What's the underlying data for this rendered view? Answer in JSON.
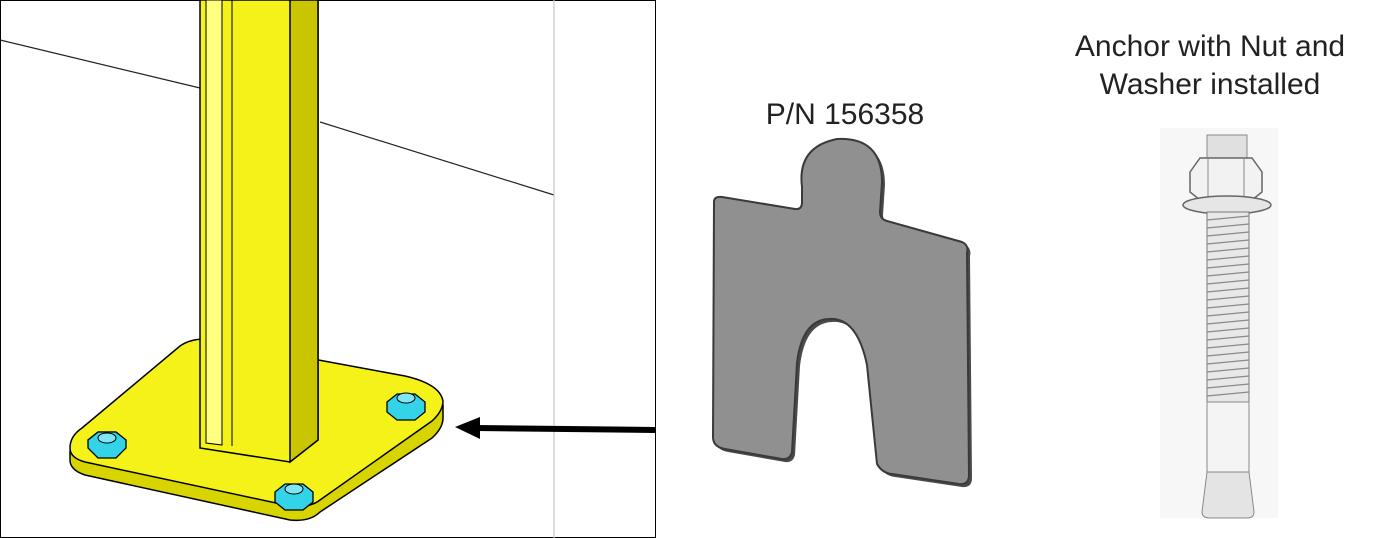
{
  "shim": {
    "part_number_label": "P/N 156358"
  },
  "anchor": {
    "caption_line1": "Anchor with Nut and",
    "caption_line2": "Washer installed"
  },
  "colors": {
    "post_yellow": "#f5f21a",
    "post_shadow": "#c9c500",
    "nut_cyan": "#34d4e8",
    "shim_gray": "#909090",
    "anchor_white": "#eeeeee",
    "arrow_black": "#000000"
  }
}
